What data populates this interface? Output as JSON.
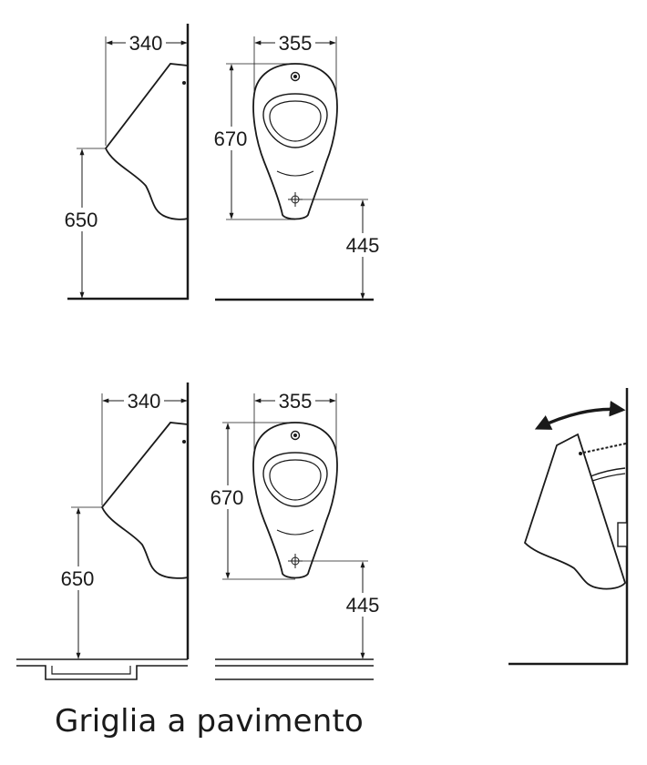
{
  "colors": {
    "line": "#1a1a1a",
    "background": "#ffffff"
  },
  "dimensions": {
    "side_depth": "340",
    "front_width": "355",
    "front_height": "670",
    "rim_height": "650",
    "outlet_height": "445"
  },
  "caption": "Griglia a pavimento"
}
